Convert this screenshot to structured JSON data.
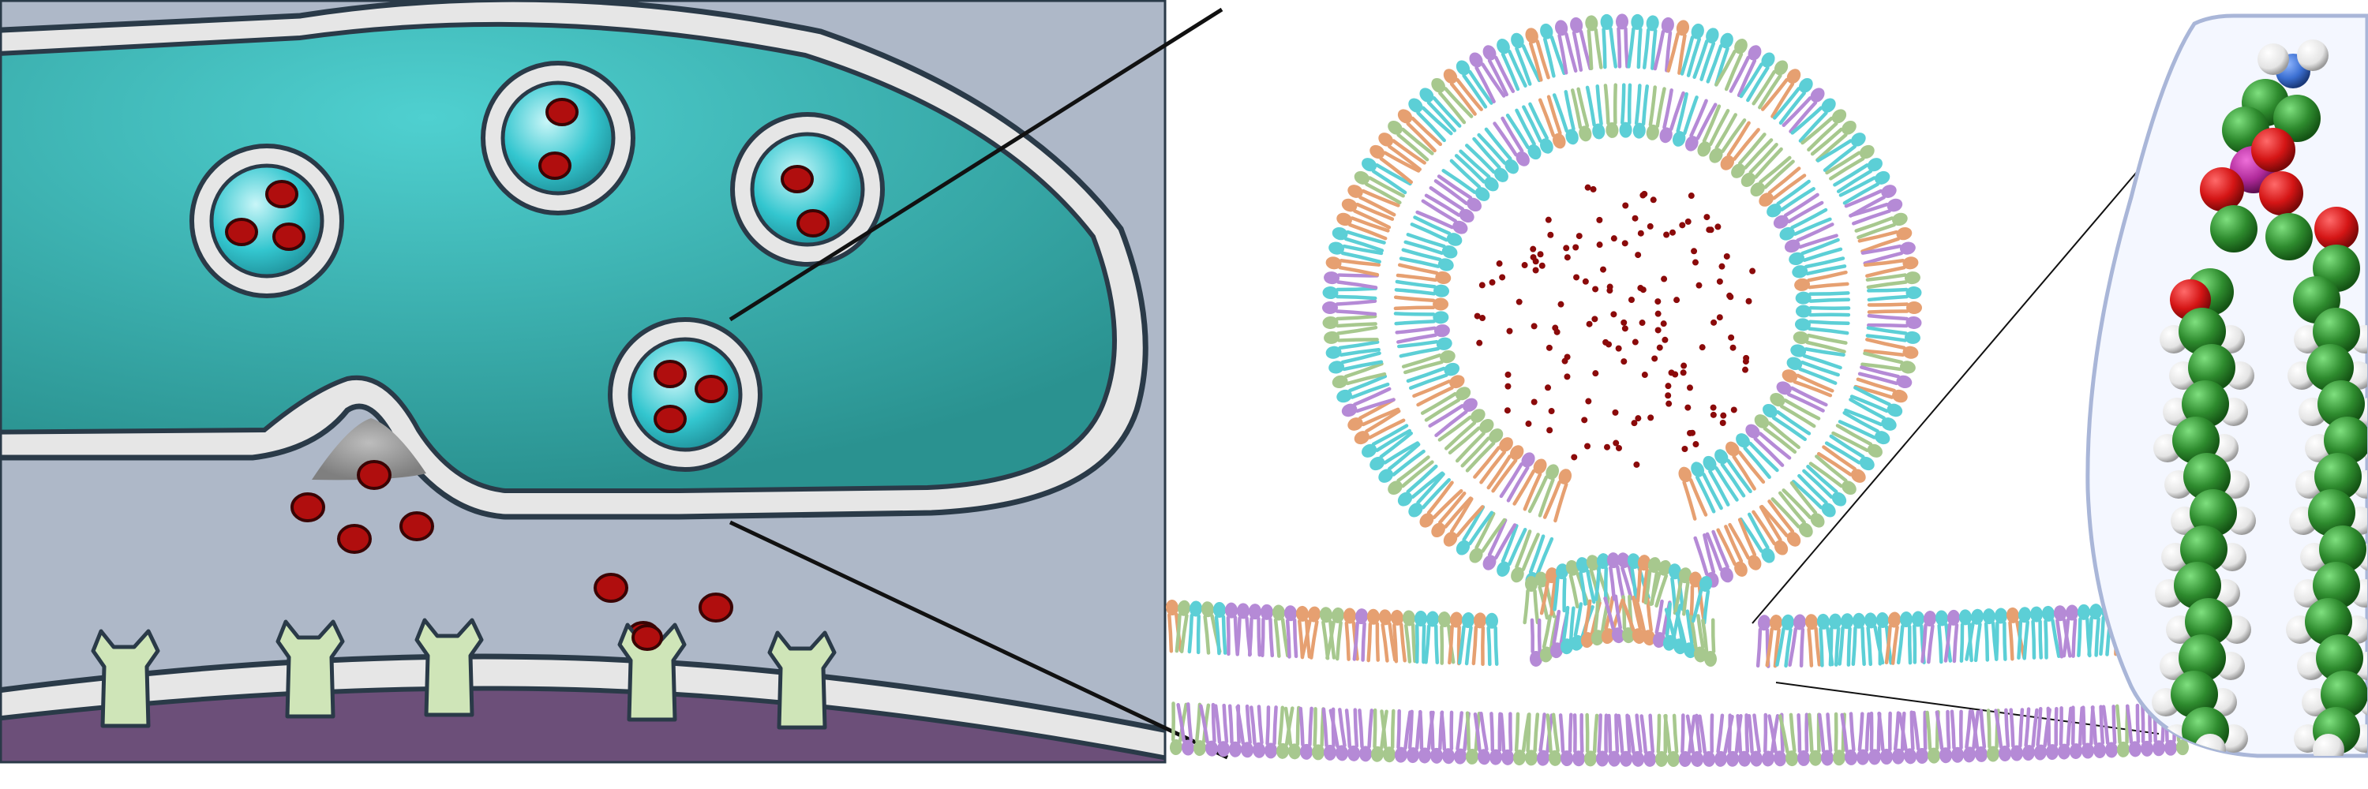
{
  "figure": {
    "panels": [
      {
        "name": "synapse-schematic",
        "description_type": "cartoon"
      },
      {
        "name": "vesicle-fusion-bilayer",
        "description_type": "lipid-model"
      },
      {
        "name": "phospholipid-space-filling-model",
        "description_type": "molecular-model"
      }
    ]
  },
  "colors": {
    "cytoplasm_bg": "#aeb8c8",
    "terminal_fill": "#2d9a98",
    "terminal_highlight": "#4fd0d0",
    "membrane": "#e6e6e6",
    "outline": "#2a3a48",
    "vesicle_fill": "#2fc3cc",
    "transmitter": "#b00e0e",
    "receptor": "#cfe5b8",
    "postsynaptic": "#6c4f79",
    "lipid_cyan": "#5ccfd6",
    "lipid_purple": "#b58ad6",
    "lipid_orange": "#e6a071",
    "lipid_green": "#a7c88e",
    "carbon": "#2e8b2e",
    "hydrogen": "#f2f2f2",
    "oxygen": "#d41515",
    "phosphorus": "#b02a9a",
    "nitrogen": "#3b6fd1",
    "inset_border": "#a9b6d8",
    "inset_fill": "#f4f7ff"
  },
  "counts": {
    "synaptic_vesicles": 4,
    "free_transmitters": 7,
    "receptors": 5
  }
}
